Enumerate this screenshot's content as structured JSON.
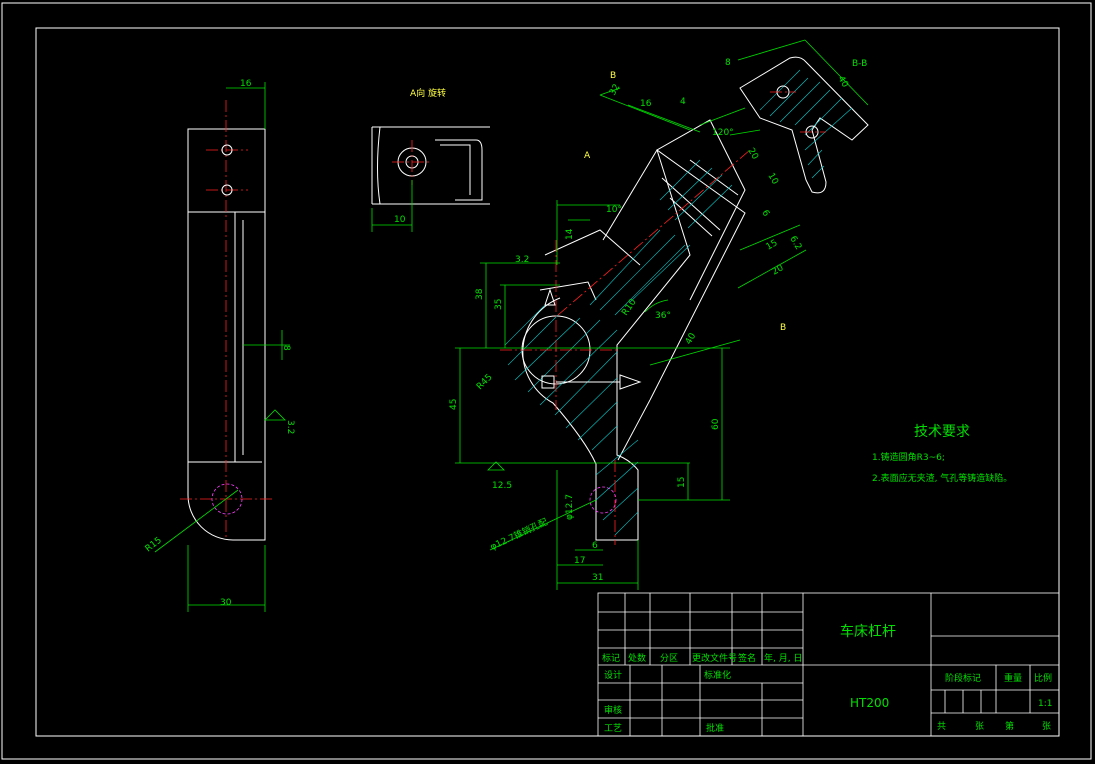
{
  "views": {
    "left": {
      "dim_top": "16",
      "dim_bottom": "30",
      "dim_side": "8",
      "roughness": "3.2",
      "radius": "R15"
    },
    "aux_view": {
      "title": "A向 旋转",
      "dim_bottom": "10"
    },
    "section_view": {
      "title": "B-B",
      "label_b": "B",
      "dim_corner": "8",
      "dim_side": "40"
    },
    "main": {
      "label_b_top": "B",
      "label_b_bottom": "B",
      "label_a": "A",
      "angle_10": "10°",
      "angle_36": "36°",
      "angle_120": "120°",
      "dim_32": "32",
      "dim_16": "16",
      "dim_38": "38",
      "dim_35": "35",
      "dim_32b": "3.2",
      "dim_20a": "20",
      "dim_20b": "20",
      "dim_15": "15",
      "dim_10": "10",
      "dim_4": "4",
      "dim_6": "6",
      "dim_45": "45",
      "dim_60": "60",
      "dim_40": "40",
      "dim_15b": "15",
      "dim_17": "17",
      "dim_31": "31",
      "dim_6b": "6",
      "dim_r10": "R10",
      "dim_r45": "R45",
      "roughness": "12.5",
      "hole_note": "φ12.7锥销孔配",
      "dim_b14": "14",
      "dim_1216": "φ12.7",
      "dim_62": "6.2"
    }
  },
  "tech_requirements": {
    "title": "技术要求",
    "items": [
      "1.铸造圆角R3~6;",
      "2.表面应无夹渣, 气孔等铸造缺陷。"
    ]
  },
  "title_block": {
    "part_name": "车床杠杆",
    "material": "HT200",
    "header_row": [
      "标记",
      "处数",
      "分区",
      "更改文件号",
      "签名",
      "年, 月, 日"
    ],
    "design": "设计",
    "standardize": "标准化",
    "review": "审核",
    "process": "工艺",
    "approve": "批准",
    "stage_mark": "阶段标记",
    "weight": "重量",
    "scale": "比例",
    "scale_value": "1:1",
    "sheet_total": "共",
    "sheet_unit1": "张",
    "sheet_no": "第",
    "sheet_unit2": "张"
  },
  "colors": {
    "outline": "#ffffff",
    "dimension": "#00e000",
    "centerline": "#ff2020",
    "hidden": "#ff40ff",
    "title_text": "#00e000",
    "hatch": "#00c8c8"
  }
}
